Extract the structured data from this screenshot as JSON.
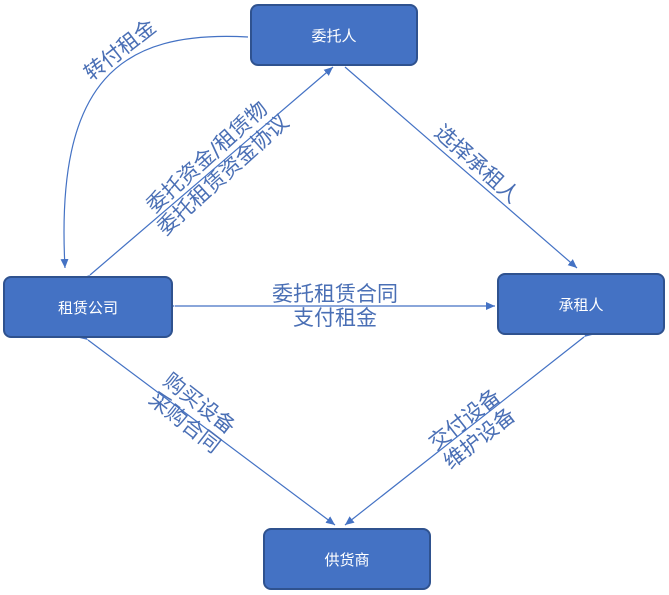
{
  "nodes": {
    "trustor": "委托人",
    "leasing_company": "租赁公司",
    "lessee": "承租人",
    "supplier": "供货商"
  },
  "edges": {
    "transfer_rent": "转付租金",
    "trust_funds_line1": "委托资金/租赁物",
    "trust_funds_line2": "委托租赁资金协议",
    "select_lessee": "选择承租人",
    "contract_line1": "委托租赁合同",
    "contract_line2": "支付租金",
    "purchase_line1": "购买设备",
    "purchase_line2": "采购合同",
    "deliver_line1": "交付设备",
    "deliver_line2": "维护设备"
  },
  "colors": {
    "node_fill": "#4472c4",
    "node_border": "#2f528f",
    "arrow": "#4472c4",
    "label_text": "#4a6fb5"
  }
}
